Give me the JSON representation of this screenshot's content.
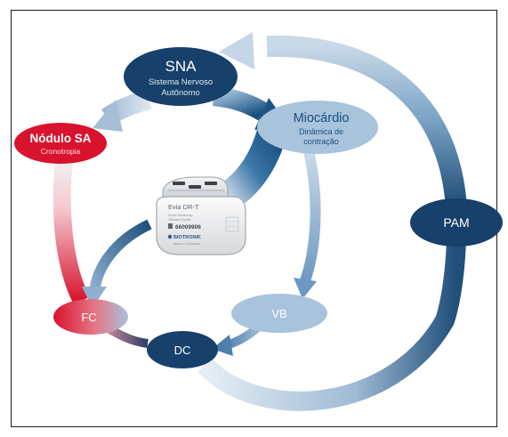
{
  "nodes": {
    "sna": {
      "title": "SNA",
      "subtitle_1": "Sistema Nervoso",
      "subtitle_2": "Autônomo"
    },
    "nodulo_sa": {
      "title": "Nódulo SA",
      "subtitle": "Cronotropia"
    },
    "miocardio": {
      "title": "Miocárdio",
      "subtitle_1": "Dinâmica de",
      "subtitle_2": "contração"
    },
    "pam": {
      "title": "PAM"
    },
    "fc": {
      "title": "FC"
    },
    "vb": {
      "title": "VB"
    },
    "dc": {
      "title": "DC"
    }
  },
  "device": {
    "name": "Evia DR-T",
    "line_1": "Home Monitoring",
    "line_2": "Ultimate Rapids",
    "serial": "66009906",
    "brand": "BIOTRONIK",
    "origin": "Made in Germany"
  },
  "colors": {
    "dark_navy": "#17406a",
    "mid_blue": "#2f6f9f",
    "light_blue": "#a8c3dc",
    "red": "#d8132d"
  }
}
